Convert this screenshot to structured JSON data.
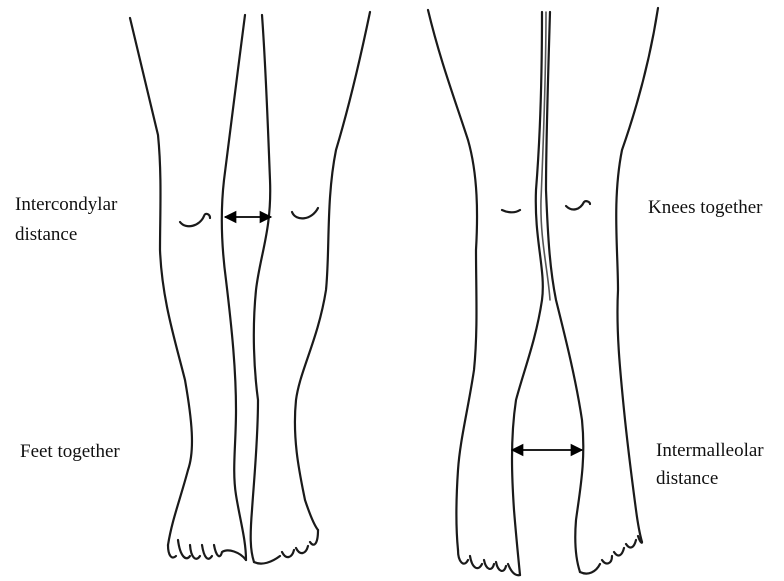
{
  "labels": {
    "intercondylar_line1": "Intercondylar",
    "intercondylar_line2": "distance",
    "feet_together": "Feet together",
    "knees_together": "Knees together",
    "intermalleolar_line1": "Intermalleolar",
    "intermalleolar_line2": "distance"
  },
  "colors": {
    "line": "#1a1a1a",
    "text": "#111111",
    "background": "#ffffff"
  }
}
